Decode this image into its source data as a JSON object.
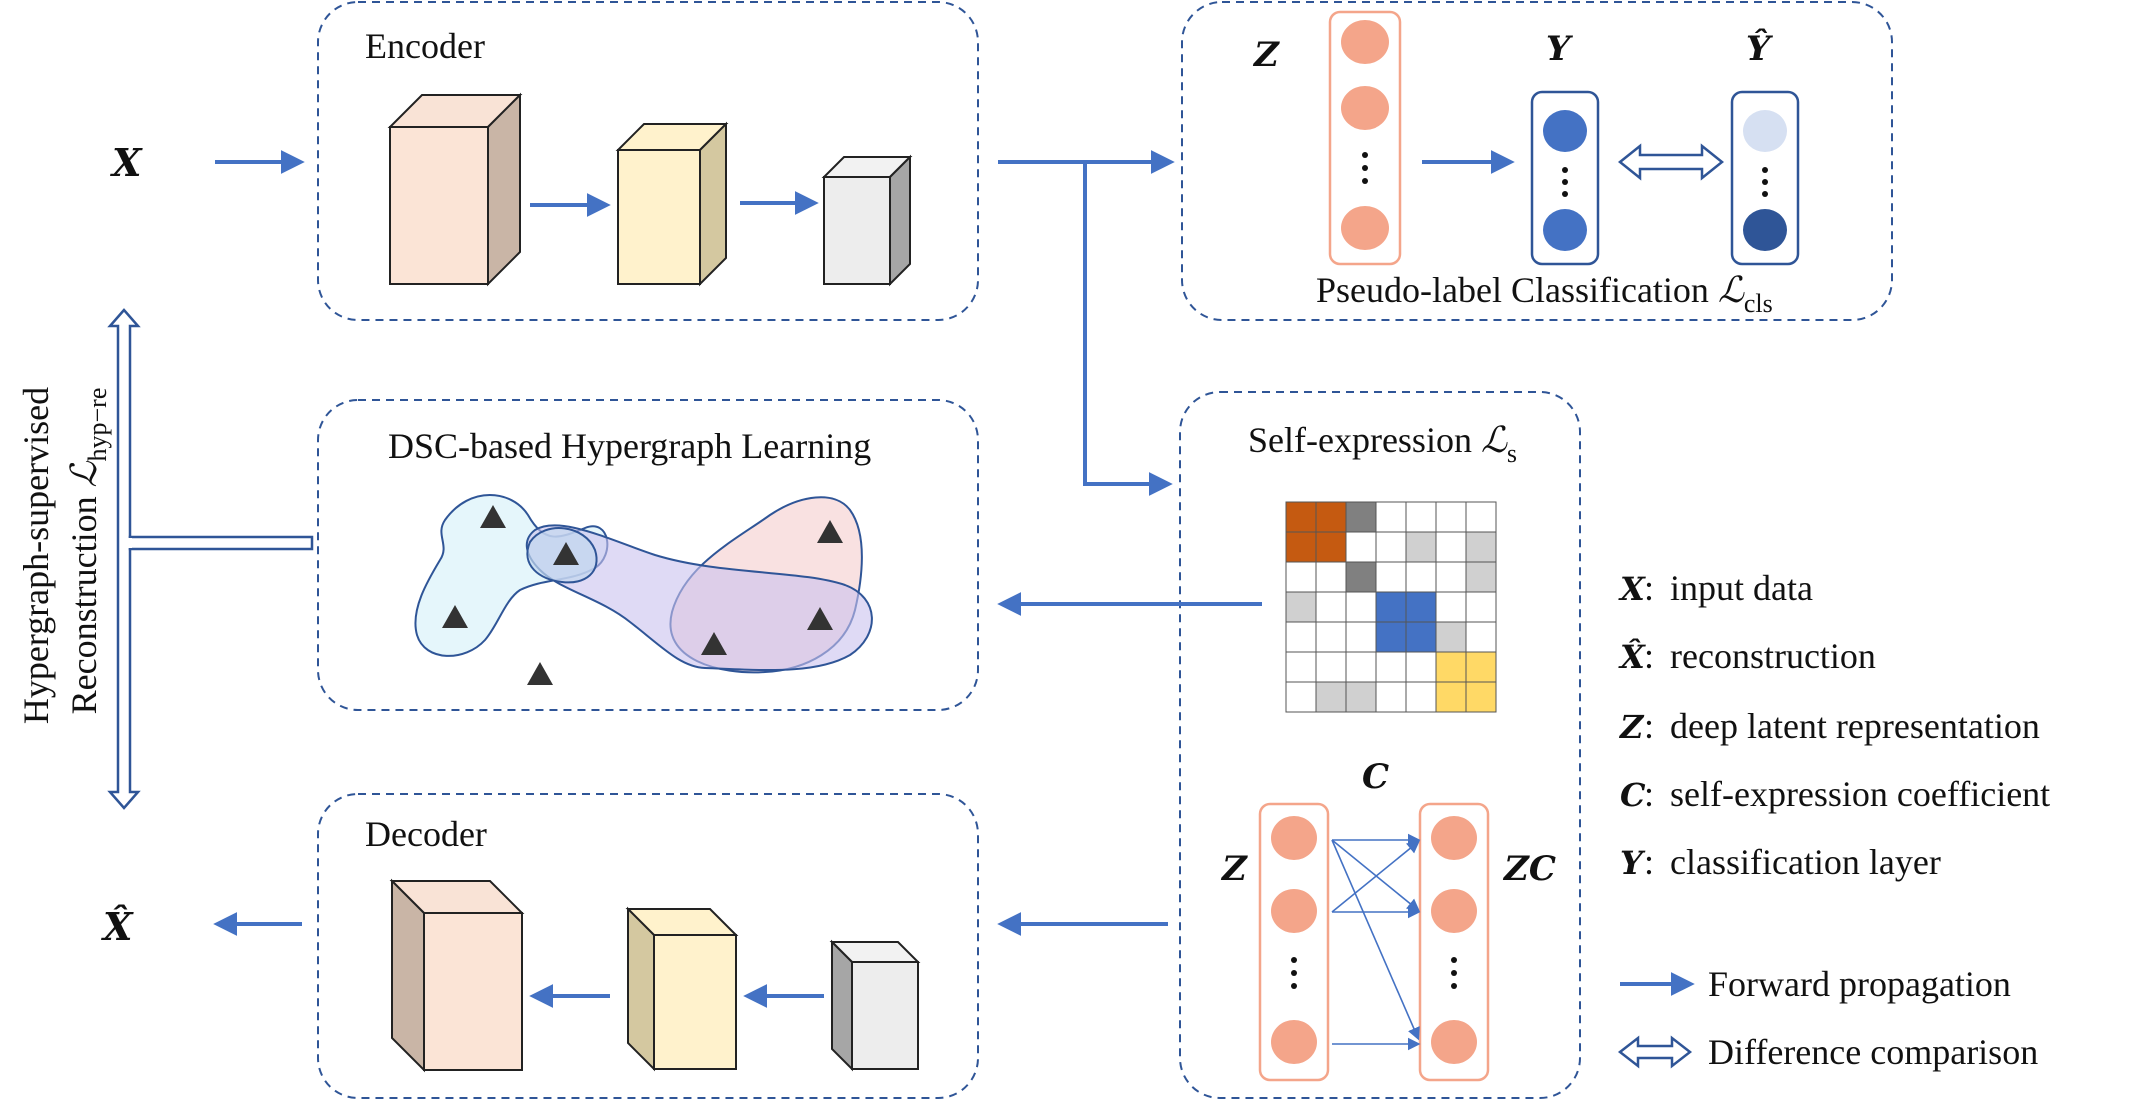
{
  "variables": {
    "x": "X",
    "x_hat": "X̂",
    "z": "Z",
    "y": "Y",
    "y_hat": "Ŷ",
    "c": "C",
    "zc": "ZC"
  },
  "encoder": {
    "title": "Encoder"
  },
  "decoder": {
    "title": "Decoder"
  },
  "classification": {
    "title": "Pseudo-label Classification ",
    "loss_symbol": "ℒ",
    "loss_sub": "cls"
  },
  "self_expression": {
    "title": "Self-expression ",
    "loss_symbol": "ℒ",
    "loss_sub": "s"
  },
  "hypergraph": {
    "title": "DSC-based Hypergraph Learning"
  },
  "reconstruction": {
    "line1": "Hypergraph-supervised",
    "line2": "Reconstruction ",
    "loss_symbol": "ℒ",
    "loss_sub": "hyp−re"
  },
  "legend": {
    "items": [
      {
        "symbol": "X",
        "text": "input data"
      },
      {
        "symbol": "X̂",
        "text": "reconstruction"
      },
      {
        "symbol": "Z",
        "text": "deep latent representation"
      },
      {
        "symbol": "C",
        "text": "self-expression coefficient"
      },
      {
        "symbol": "Y",
        "text": "classification layer"
      }
    ],
    "forward": "Forward propagation",
    "difference": "Difference comparison"
  },
  "colors": {
    "arrow": "#4472c4",
    "box_border": "#2f5597",
    "node_salmon": "#f4a58a",
    "node_blue": "#4472c4",
    "node_dark_blue": "#2f5597",
    "node_light_blue": "#d6e0f2",
    "matrix_orange": "#c55a11",
    "matrix_blue": "#4472c4",
    "matrix_yellow": "#ffd966",
    "matrix_gray": "#808080",
    "matrix_light_gray": "#d0d0d0"
  }
}
